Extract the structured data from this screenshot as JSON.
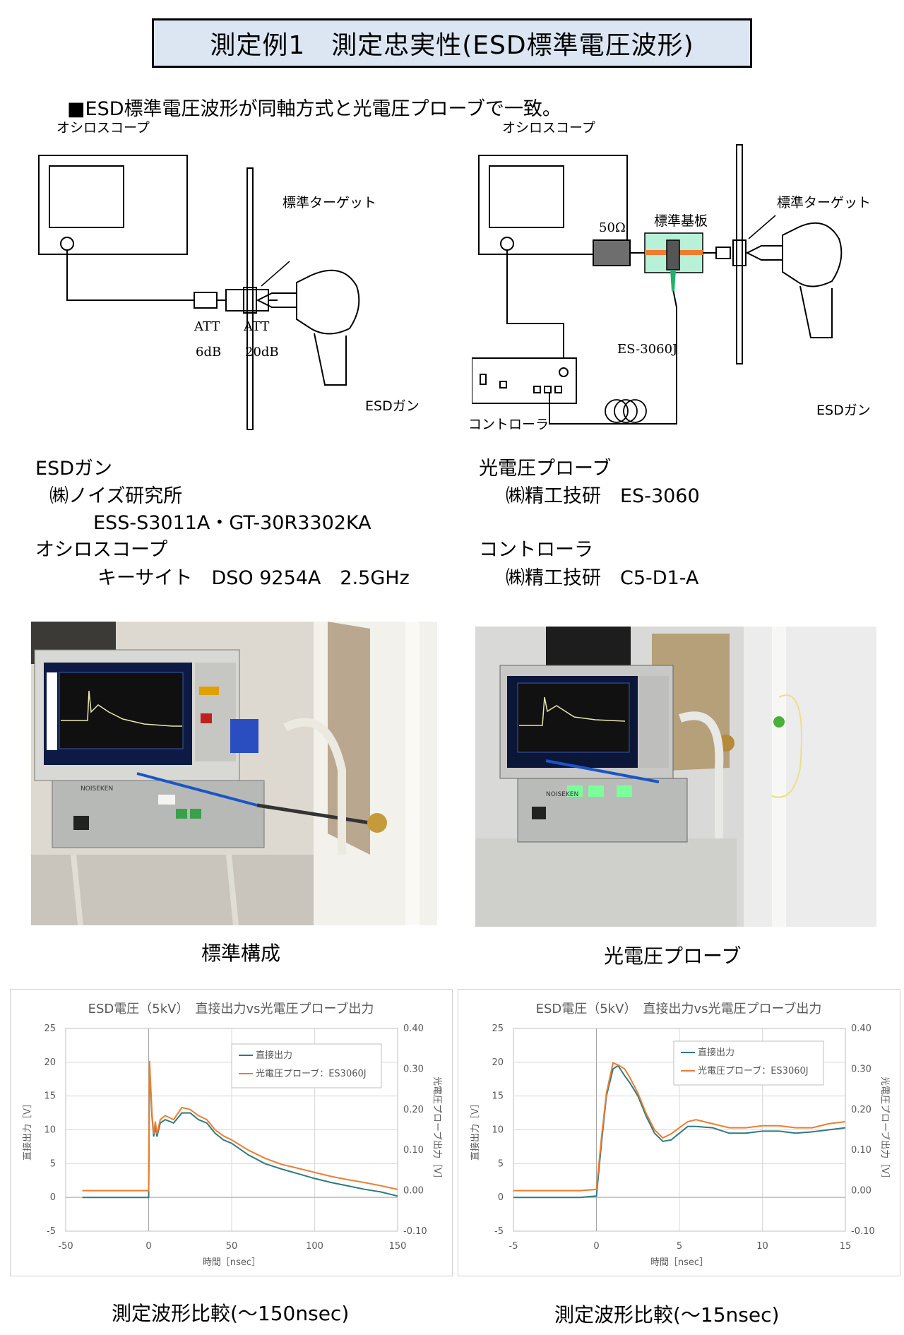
{
  "header": {
    "title": "測定例1　測定忠実性(ESD標準電圧波形)",
    "subtitle": "■ESD標準電圧波形が同軸方式と光電圧プローブで一致。"
  },
  "diagram_left": {
    "oscilloscope": "オシロスコープ",
    "target": "標準ターゲット",
    "att1_name": "ATT",
    "att1_val": "6dB",
    "att2_name": "ATT",
    "att2_val": "20dB",
    "gun": "ESDガン"
  },
  "diagram_right": {
    "oscilloscope": "オシロスコープ",
    "target": "標準ターゲット",
    "board": "標準基板",
    "load": "50Ω",
    "probe": "ES-3060J",
    "controller": "コントローラ",
    "gun": "ESDガン"
  },
  "specs_left": {
    "l1": "ESDガン",
    "l2": "㈱ノイズ研究所",
    "l3": "ESS-S3011A・GT-30R3302KA",
    "l4": "オシロスコープ",
    "l5": "キーサイト　DSO 9254A　2.5GHz"
  },
  "specs_right": {
    "l1": "光電圧プローブ",
    "l2": "㈱精工技研　ES-3060",
    "l3": "コントローラ",
    "l4": "㈱精工技研　C5-D1-A"
  },
  "photos": {
    "left_caption": "標準構成",
    "right_caption": "光電圧プローブ",
    "left_brand": "NOISEKEN",
    "right_brand": "NOISEKEN"
  },
  "captions": {
    "chart1": "測定波形比較(～150nsec)",
    "chart2": "測定波形比較(～15nsec)"
  },
  "colors": {
    "direct": "#2e7b7f",
    "optical": "#ed7d31",
    "title_bg": "#dce6f2",
    "board": "#b8f0d8"
  },
  "chart_data": [
    {
      "type": "line",
      "title": "ESD電圧（5kV）　直接出力vs光電圧プローブ出力",
      "xlabel": "時間［nsec］",
      "ylabel": "直接出力［V］",
      "y2label": "光電圧プローブ出力［V］",
      "xlim": [
        -50,
        150
      ],
      "ylim": [
        -5,
        25
      ],
      "y2lim": [
        -0.1,
        0.4
      ],
      "xticks": [
        "-50",
        "0",
        "50",
        "100",
        "150"
      ],
      "yticks": [
        "-5",
        "0",
        "5",
        "10",
        "15",
        "20",
        "25"
      ],
      "y2ticks": [
        "-0.10",
        "0.00",
        "0.10",
        "0.20",
        "0.30",
        "0.40"
      ],
      "grid": true,
      "legend_position": "top-right",
      "series": [
        {
          "name": "直接出力",
          "axis": "left",
          "x": [
            -40,
            -2,
            0,
            0.5,
            1.2,
            2,
            3,
            4,
            5,
            7,
            10,
            15,
            20,
            25,
            30,
            35,
            40,
            45,
            50,
            60,
            70,
            80,
            90,
            100,
            110,
            120,
            130,
            140,
            150
          ],
          "y": [
            0,
            0,
            0,
            19.5,
            16,
            12,
            9,
            10.5,
            9,
            11,
            11.5,
            11,
            12.5,
            12.5,
            11.5,
            11,
            9.5,
            8.5,
            8,
            6.3,
            5,
            4.2,
            3.5,
            2.8,
            2.2,
            1.7,
            1.2,
            0.8,
            0.2
          ]
        },
        {
          "name": "光電圧プローブ：ES3060J",
          "axis": "right",
          "x": [
            -40,
            -2,
            0,
            0.5,
            1.2,
            2,
            3,
            4,
            5,
            7,
            10,
            15,
            20,
            25,
            30,
            35,
            40,
            45,
            50,
            60,
            70,
            80,
            90,
            100,
            110,
            120,
            130,
            140,
            150
          ],
          "y": [
            0,
            0,
            0,
            0.32,
            0.26,
            0.19,
            0.14,
            0.17,
            0.14,
            0.175,
            0.185,
            0.175,
            0.205,
            0.2,
            0.185,
            0.175,
            0.15,
            0.135,
            0.125,
            0.1,
            0.08,
            0.065,
            0.055,
            0.045,
            0.035,
            0.027,
            0.02,
            0.012,
            0.003
          ]
        }
      ]
    },
    {
      "type": "line",
      "title": "ESD電圧（5kV）　直接出力vs光電圧プローブ出力",
      "xlabel": "時間［nsec］",
      "ylabel": "直接出力［V］",
      "y2label": "光電圧プローブ出力［V］",
      "xlim": [
        -5,
        15
      ],
      "ylim": [
        -5,
        25
      ],
      "y2lim": [
        -0.1,
        0.4
      ],
      "xticks": [
        "-5",
        "0",
        "5",
        "10",
        "15"
      ],
      "yticks": [
        "-5",
        "0",
        "5",
        "10",
        "15",
        "20",
        "25"
      ],
      "y2ticks": [
        "-0.10",
        "0.00",
        "0.10",
        "0.20",
        "0.30",
        "0.40"
      ],
      "grid": true,
      "legend_position": "top-right",
      "series": [
        {
          "name": "直接出力",
          "axis": "left",
          "x": [
            -5,
            -1,
            0,
            0.3,
            0.6,
            1,
            1.3,
            1.7,
            2,
            2.5,
            3,
            3.5,
            4,
            4.5,
            5,
            5.5,
            6,
            7,
            8,
            9,
            10,
            11,
            12,
            13,
            14,
            15
          ],
          "y": [
            0,
            0,
            0.2,
            8,
            15,
            19,
            19.5,
            18,
            17,
            15,
            12,
            9.5,
            8.3,
            8.5,
            9.5,
            10.5,
            10.5,
            10.3,
            9.5,
            9.5,
            9.8,
            9.8,
            9.5,
            9.7,
            10,
            10.3
          ]
        },
        {
          "name": "光電圧プローブ：ES3060J",
          "axis": "right",
          "x": [
            -5,
            -1,
            0,
            0.3,
            0.6,
            1,
            1.3,
            1.7,
            2,
            2.5,
            3,
            3.5,
            4,
            4.5,
            5,
            5.5,
            6,
            7,
            8,
            9,
            10,
            11,
            12,
            13,
            14,
            15
          ],
          "y": [
            0,
            0,
            0.003,
            0.13,
            0.24,
            0.315,
            0.31,
            0.3,
            0.28,
            0.24,
            0.19,
            0.15,
            0.13,
            0.14,
            0.155,
            0.17,
            0.175,
            0.165,
            0.155,
            0.155,
            0.16,
            0.16,
            0.155,
            0.155,
            0.165,
            0.17
          ]
        }
      ]
    }
  ]
}
